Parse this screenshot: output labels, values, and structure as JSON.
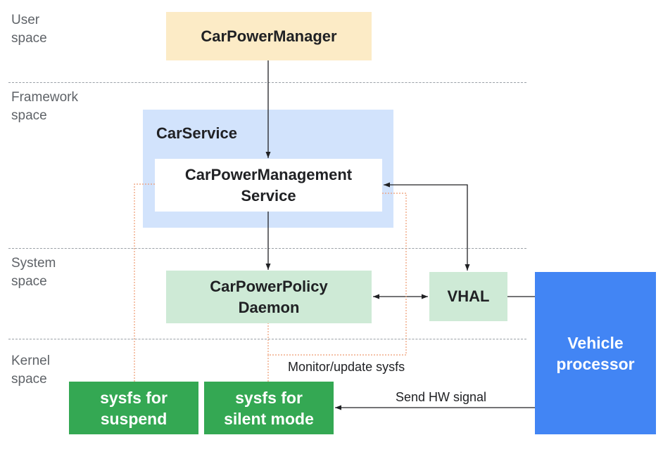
{
  "layers": {
    "user": "User\nspace",
    "framework": "Framework\nspace",
    "system": "System\nspace",
    "kernel": "Kernel\nspace"
  },
  "nodes": {
    "car_power_manager": "CarPowerManager",
    "car_service": "CarService",
    "car_power_management_service": "CarPowerManagement\nService",
    "car_power_policy_daemon": "CarPowerPolicy\nDaemon",
    "vhal": "VHAL",
    "vehicle_processor": "Vehicle\nprocessor",
    "sysfs_suspend": "sysfs for\nsuspend",
    "sysfs_silent_mode": "sysfs for\nsilent mode"
  },
  "edges": {
    "monitor_update_sysfs": "Monitor/update sysfs",
    "send_hw_signal": "Send HW signal"
  },
  "colors": {
    "user_layer": "#fcebc6",
    "framework_layer": "#d2e3fc",
    "system_layer": "#ceead6",
    "kernel_layer": "#34a853",
    "vehicle_processor": "#4285f4",
    "dotted_link": "#ee9b72"
  }
}
